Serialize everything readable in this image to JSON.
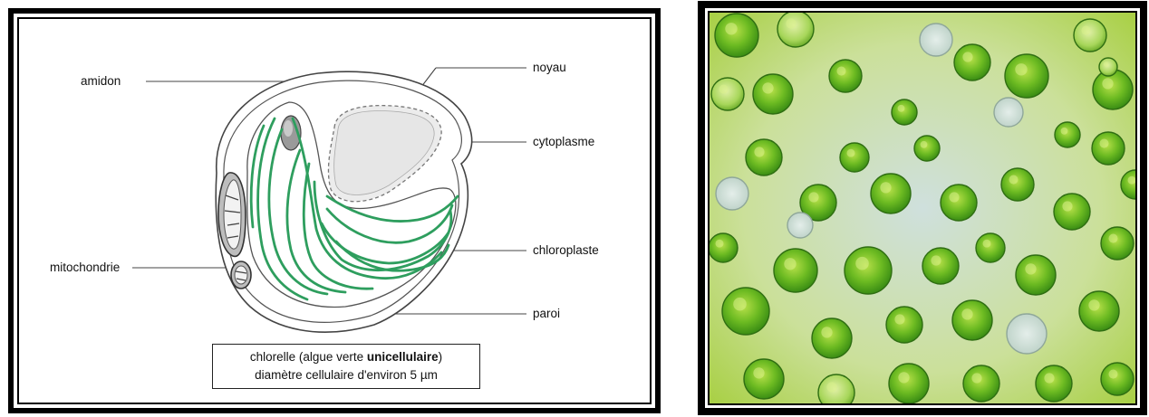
{
  "labels": {
    "amidon": "amidon",
    "noyau": "noyau",
    "cytoplasme": "cytoplasme",
    "mitochondrie": "mitochondrie",
    "chloroplaste": "chloroplaste",
    "paroi": "paroi"
  },
  "caption": {
    "line1_prefix": "chlorelle (algue verte ",
    "line1_bold": "unicellulaire",
    "line1_suffix": ")",
    "line2": "diamètre cellulaire d'environ 5 µm"
  },
  "colors": {
    "chloroplast": "#2e9e5e",
    "nucleus_fill": "#ececec",
    "background_light": "#d8e6e4",
    "cell_green": "#7cc52a",
    "cell_dark_green": "#3f9a1a"
  },
  "images": {
    "right": "micrograph of chlorella cells"
  }
}
